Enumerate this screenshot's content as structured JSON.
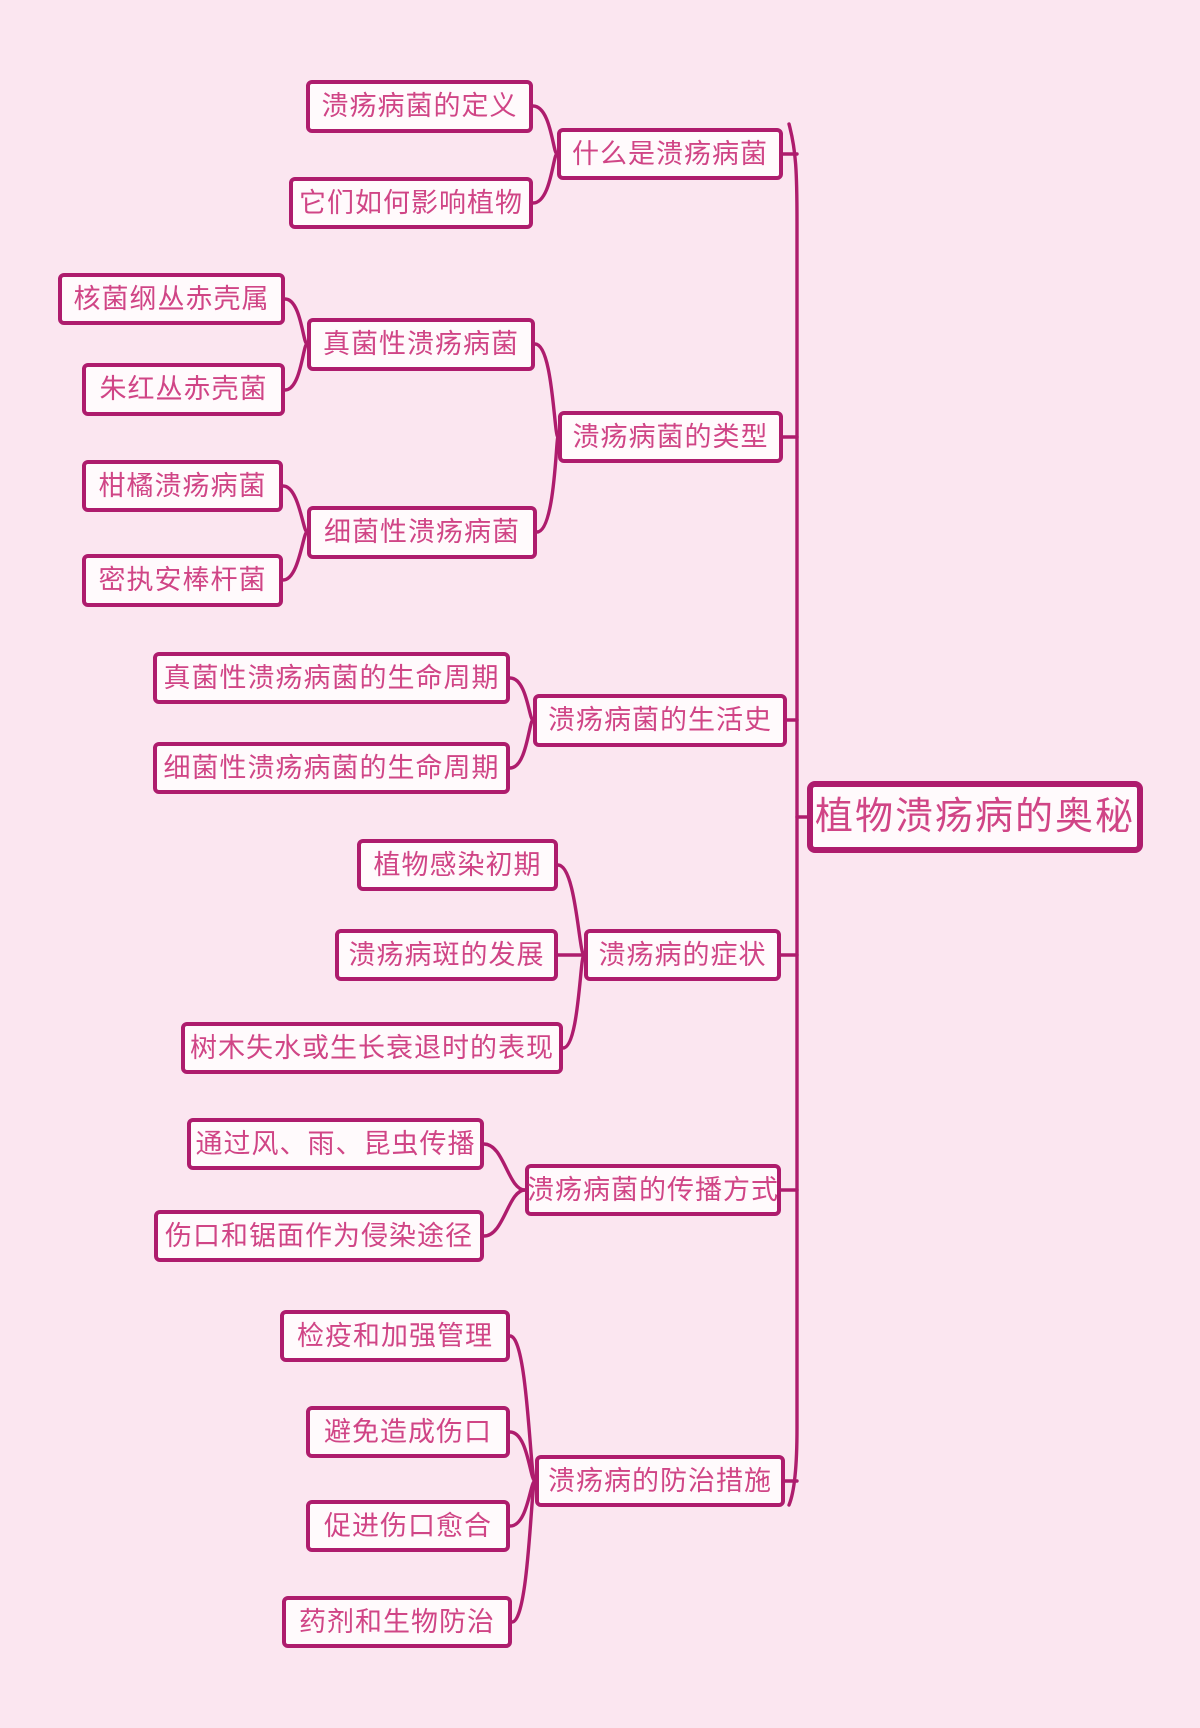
{
  "style": {
    "background_color": "#fbe6f0",
    "node_fill_color": "#fffafc",
    "border_color": "#ae1c6d",
    "text_color": "#d04586"
  },
  "mindmap": {
    "root": {
      "label": "植物溃疡病的奥秘"
    },
    "branches": [
      {
        "label": "什么是溃疡病菌",
        "children": [
          {
            "label": "溃疡病菌的定义"
          },
          {
            "label": "它们如何影响植物"
          }
        ]
      },
      {
        "label": "溃疡病菌的类型",
        "children": [
          {
            "label": "真菌性溃疡病菌",
            "children": [
              {
                "label": "核菌纲丛赤壳属"
              },
              {
                "label": "朱红丛赤壳菌"
              }
            ]
          },
          {
            "label": "细菌性溃疡病菌",
            "children": [
              {
                "label": "柑橘溃疡病菌"
              },
              {
                "label": "密执安棒杆菌"
              }
            ]
          }
        ]
      },
      {
        "label": "溃疡病菌的生活史",
        "children": [
          {
            "label": "真菌性溃疡病菌的生命周期"
          },
          {
            "label": "细菌性溃疡病菌的生命周期"
          }
        ]
      },
      {
        "label": "溃疡病的症状",
        "children": [
          {
            "label": "植物感染初期"
          },
          {
            "label": "溃疡病斑的发展"
          },
          {
            "label": "树木失水或生长衰退时的表现"
          }
        ]
      },
      {
        "label": "溃疡病菌的传播方式",
        "children": [
          {
            "label": "通过风、雨、昆虫传播"
          },
          {
            "label": "伤口和锯面作为侵染途径"
          }
        ]
      },
      {
        "label": "溃疡病的防治措施",
        "children": [
          {
            "label": "检疫和加强管理"
          },
          {
            "label": "避免造成伤口"
          },
          {
            "label": "促进伤口愈合"
          },
          {
            "label": "药剂和生物防治"
          }
        ]
      }
    ]
  }
}
